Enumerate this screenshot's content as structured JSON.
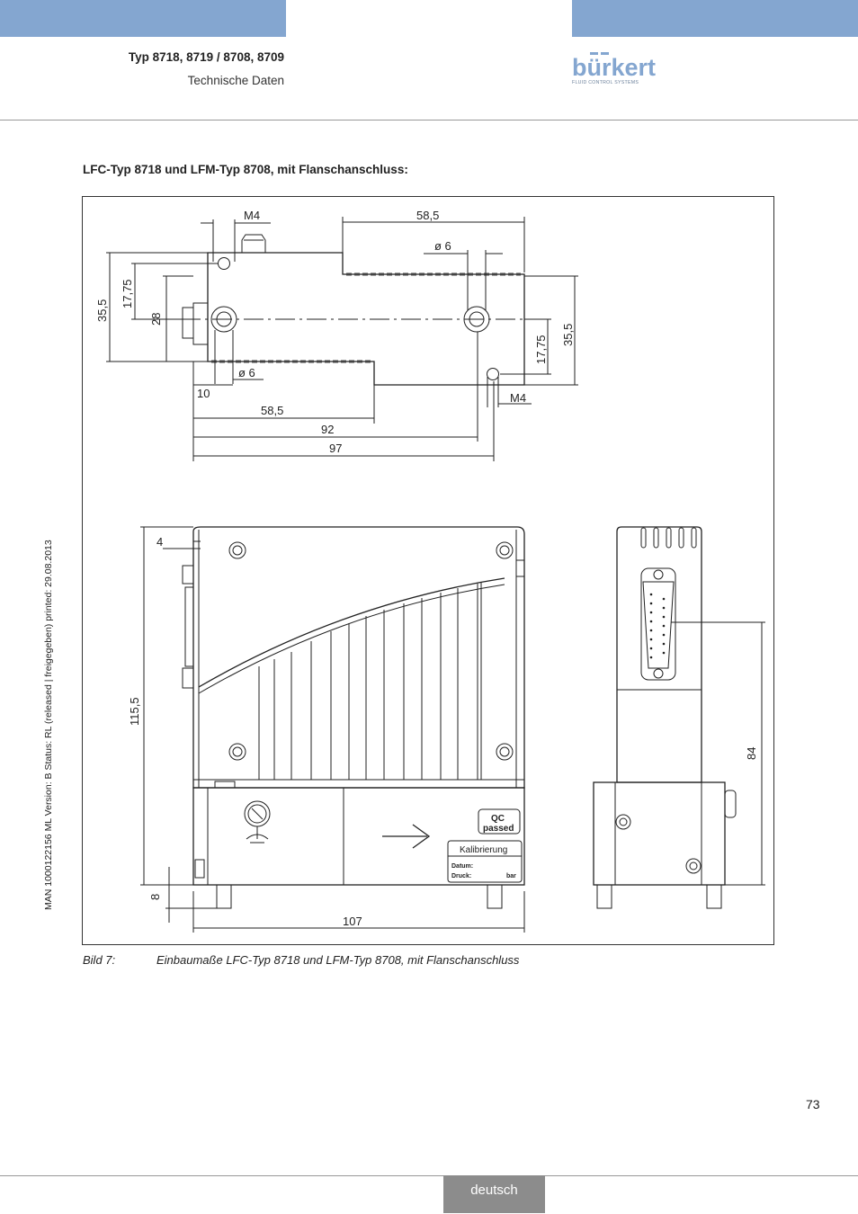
{
  "header": {
    "title": "Typ 8718, 8719 / 8708, 8709",
    "subtitle": "Technische Daten",
    "logo_text": "bürkert",
    "logo_tagline": "FLUID CONTROL SYSTEMS",
    "accent_color": "#84a6d0"
  },
  "section_title": "LFC-Typ 8718 und LFM-Typ 8708, mit Flanschanschluss:",
  "drawing": {
    "top_view": {
      "m4_top": "M4",
      "dim_58_5_top": "58,5",
      "dia6_right": "ø 6",
      "dim_35_5_left": "35,5",
      "dim_17_75_left": "17,75",
      "dim_28": "28",
      "dia6_left": "ø 6",
      "dim_10": "10",
      "m4_bottom": "M4",
      "dim_17_75_right": "17,75",
      "dim_35_5_right": "35,5",
      "dim_58_5_bottom": "58,5",
      "dim_92": "92",
      "dim_97": "97"
    },
    "front_view": {
      "dim_4": "4",
      "dim_115_5": "115,5",
      "dim_8": "8",
      "dim_107": "107",
      "qc_label_1": "QC",
      "qc_label_2": "passed",
      "kal_title": "Kalibrierung",
      "kal_datum": "Datum:",
      "kal_druck": "Druck:",
      "kal_unit": "bar"
    },
    "side_view": {
      "dim_84": "84"
    }
  },
  "caption": {
    "number": "Bild 7:",
    "text": "Einbaumaße LFC-Typ 8718 und LFM-Typ 8708, mit Flanschanschluss"
  },
  "side_note": "MAN 1000122156 ML Version: B Status: RL (released | freigegeben) printed: 29.08.2013",
  "page_number": "73",
  "footer_language": "deutsch"
}
